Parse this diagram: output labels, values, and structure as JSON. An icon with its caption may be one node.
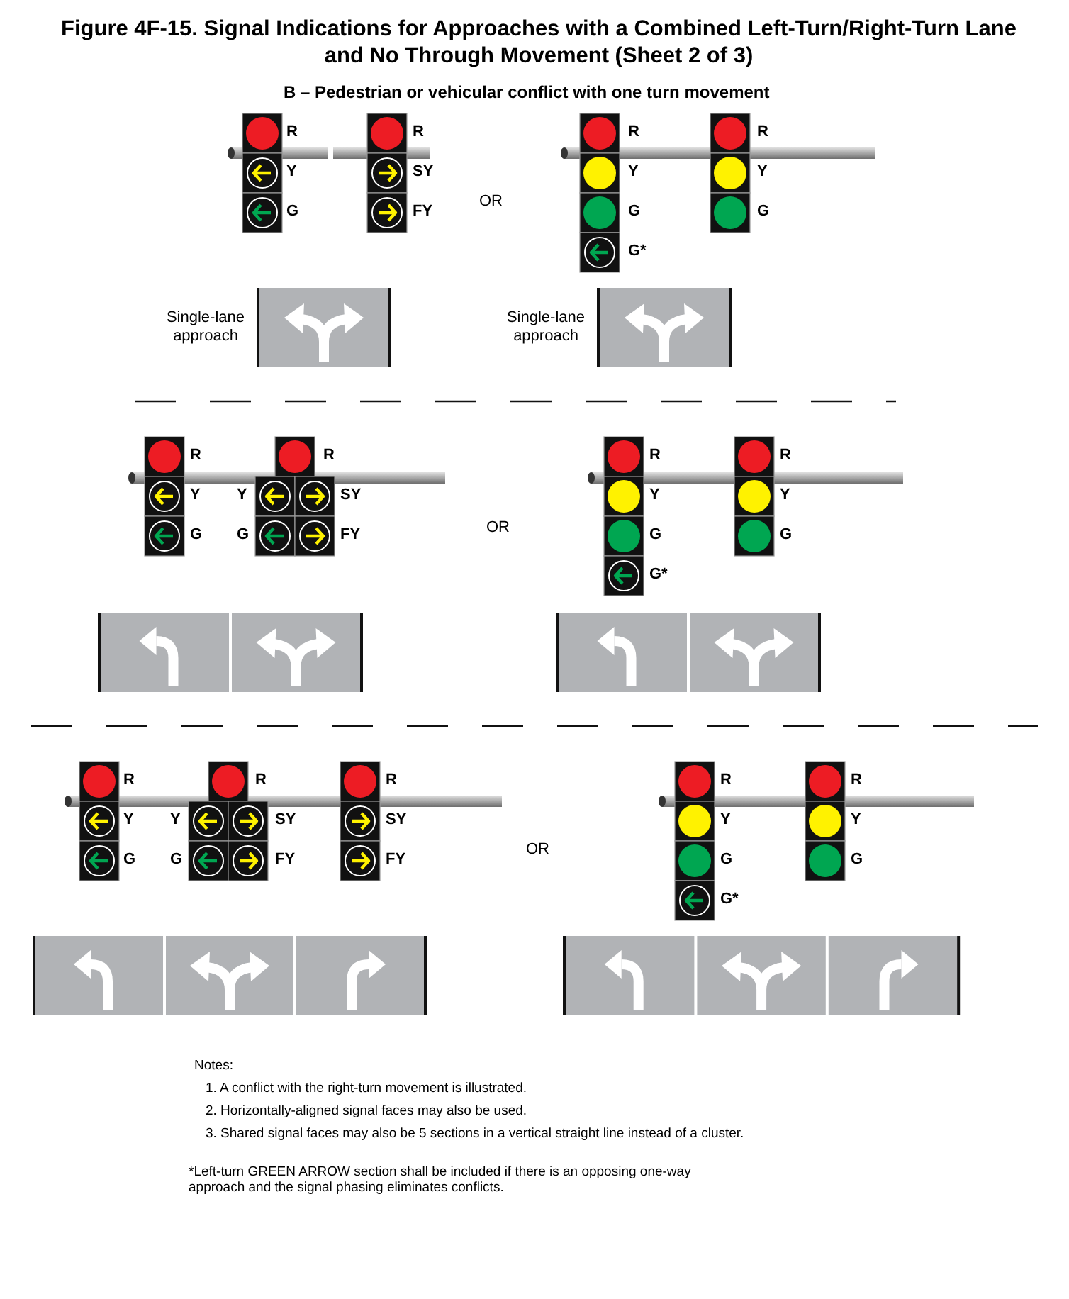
{
  "diagram": {
    "title": "**Figure 4F-15.  Signal Indications for Approaches with a Combined Left-Turn/Right-Turn Lane and No Through Movement** (Sheet 2 of 3)",
    "labels": [
      "B – Pedestrian or vehicular conflict with one turn movement",
      "R",
      "Y",
      "G",
      "R",
      "SY",
      "FY",
      "OR",
      "R",
      "Y",
      "G",
      "G*",
      "R",
      "Y",
      "G",
      "Single-lane approach",
      "Single-lane approach",
      "R",
      "Y",
      "G",
      "R",
      "Y",
      "G",
      "SY",
      "FY",
      "OR",
      "R",
      "Y",
      "G",
      "G*",
      "R",
      "Y",
      "G",
      "R",
      "Y",
      "G",
      "R",
      "Y",
      "G",
      "SY",
      "FY",
      "R",
      "SY",
      "FY",
      "OR",
      "R",
      "Y",
      "G",
      "G*",
      "R",
      "Y",
      "G",
      "Notes:",
      "1.  A conflict with the right-turn movement is illustrated.",
      "2.  Horizontally-aligned signal faces may also be used.",
      "3.  Shared signal faces may also be 5 sections in a vertical straight line instead of a cluster.",
      "*Left-turn GREEN ARROW section shall be included if there is an opposing one-way approach and the signal phasing eliminates conflicts."
    ]
  }
}
